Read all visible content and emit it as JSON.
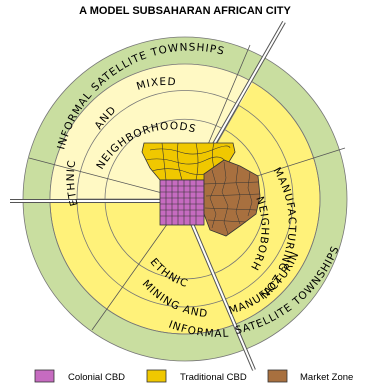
{
  "title": "A MODEL SUBSAHARAN AFRICAN CITY",
  "zones": {
    "informal_top": "INFORMAL SATELLITE TOWNSHIPS",
    "informal_bottom_right": "INFORMAL SATELLITE TOWNSHIPS",
    "informal_bottom": "INFORMAL",
    "satellite_townships_lower": "SATELLITE TOWNSHIPS",
    "mixed": "MIXED",
    "and": "AND",
    "ethnic_left": "ETHNIC",
    "neighborhoods_upper": "NEIGHBORHOODS",
    "neighborhoods_right": "NEIGHBORHOODS",
    "manufacturing_zone": "MANUFACTURING ZONE",
    "ethnic_lower": "ETHNIC",
    "mining_and": "MINING AND",
    "manufacturing_zone_lower": "MANUFACTURING ZONE"
  },
  "legend": [
    {
      "label": "Colonial CBD",
      "color": "#c66bc0"
    },
    {
      "label": "Traditional CBD",
      "color": "#f0c800"
    },
    {
      "label": "Market Zone",
      "color": "#a8703f"
    }
  ],
  "colors": {
    "outer_ring": "#c9dea0",
    "middle_ring": "#fff27a",
    "inner_light": "#fff9c4",
    "colonial_cbd": "#c66bc0",
    "traditional_cbd": "#f0c800",
    "market_zone": "#a8703f"
  }
}
